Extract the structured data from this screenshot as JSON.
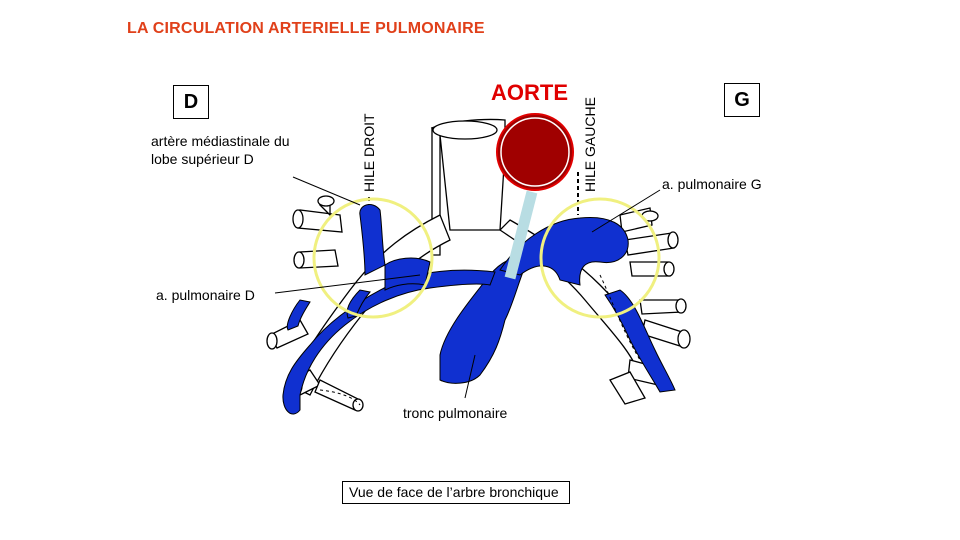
{
  "title": "LA CIRCULATION ARTERIELLE PULMONAIRE",
  "side_left": "D",
  "side_right": "G",
  "aorta_label": "AORTE",
  "hile_droit": "HILE DROIT",
  "hile_gauche": "HILE GAUCHE",
  "labels": {
    "mediastinal_artery": "artère médiastinale du lobe supérieur D",
    "right_pulmonary": "a. pulmonaire D",
    "left_pulmonary": "a. pulmonaire G",
    "pulmonary_trunk": "tronc pulmonaire"
  },
  "caption": "Vue de face de l’arbre bronchique",
  "colors": {
    "title": "#e0401a",
    "aorta": "#a00000",
    "aorta_label": "#e00000",
    "artery": "#1030d0",
    "hilum_circle": "#f0f080",
    "aorta_connector": "#b8dde3"
  }
}
